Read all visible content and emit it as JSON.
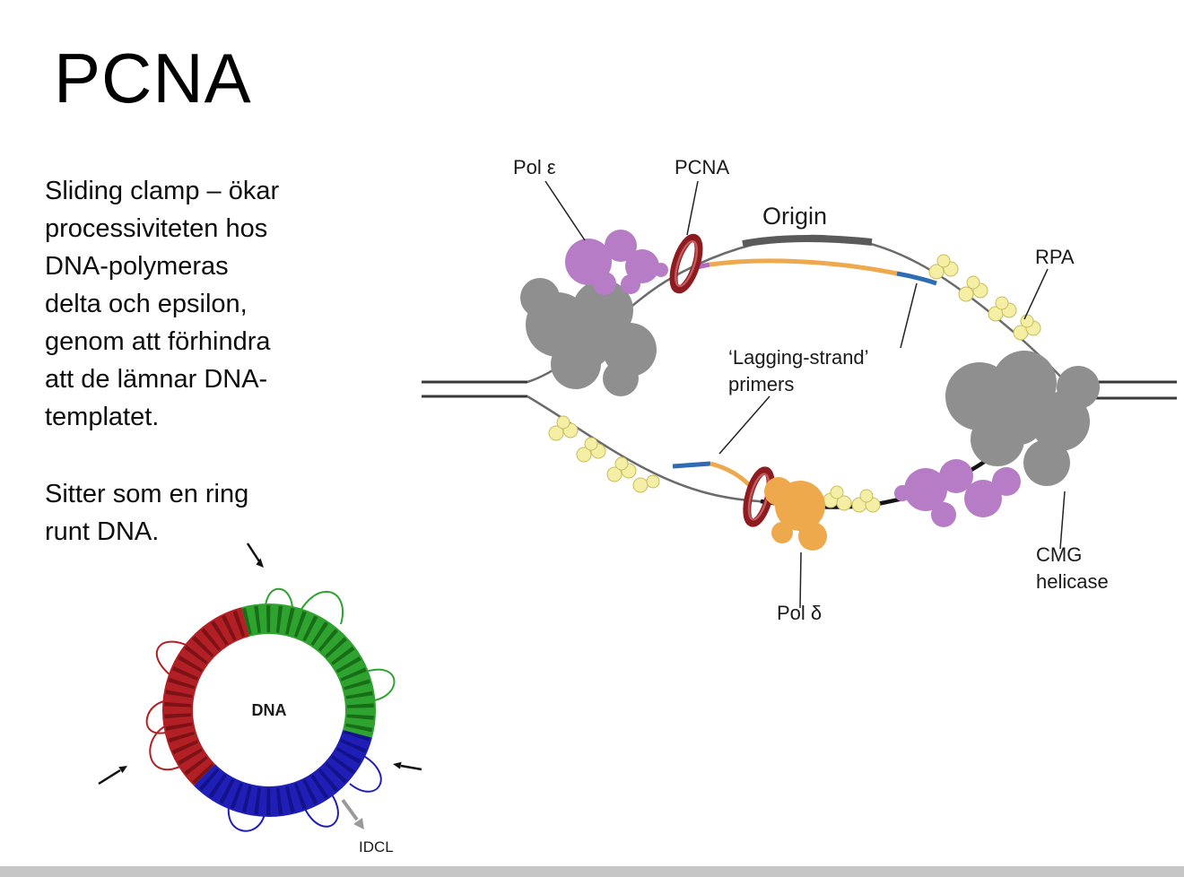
{
  "slide": {
    "title": "PCNA",
    "body_lines": [
      "Sliding clamp – ökar",
      "processiviteten hos",
      "DNA-polymeras",
      "delta och epsilon,",
      "genom att förhindra",
      "att de lämnar DNA-",
      "templatet."
    ],
    "body2_lines": [
      "Sitter som en ring",
      "runt DNA."
    ]
  },
  "diagram": {
    "labels": {
      "pol_epsilon": "Pol ε",
      "pcna": "PCNA",
      "origin": "Origin",
      "rpa": "RPA",
      "lagging1": "‘Lagging-strand’",
      "lagging2": "primers",
      "cmg1": "CMG",
      "cmg2": "helicase",
      "pol_delta": "Pol δ"
    },
    "colors": {
      "polymerase_purple": "#b77cc6",
      "helicase_gray": "#8f8f8f",
      "rpa_yellow": "#f5efa6",
      "nascent_orange": "#efa94d",
      "primer_blue": "#2e6cb5",
      "pcna_ring_red": "#8e1b20",
      "strand_gray": "#6b6b6b",
      "origin_bar_gray": "#5a5a5a"
    }
  },
  "structure": {
    "dna_label": "DNA",
    "idcl_label": "IDCL",
    "colors": {
      "subunit_red": "#b21f24",
      "subunit_green": "#2fa32f",
      "subunit_blue": "#1f1fb8"
    }
  }
}
